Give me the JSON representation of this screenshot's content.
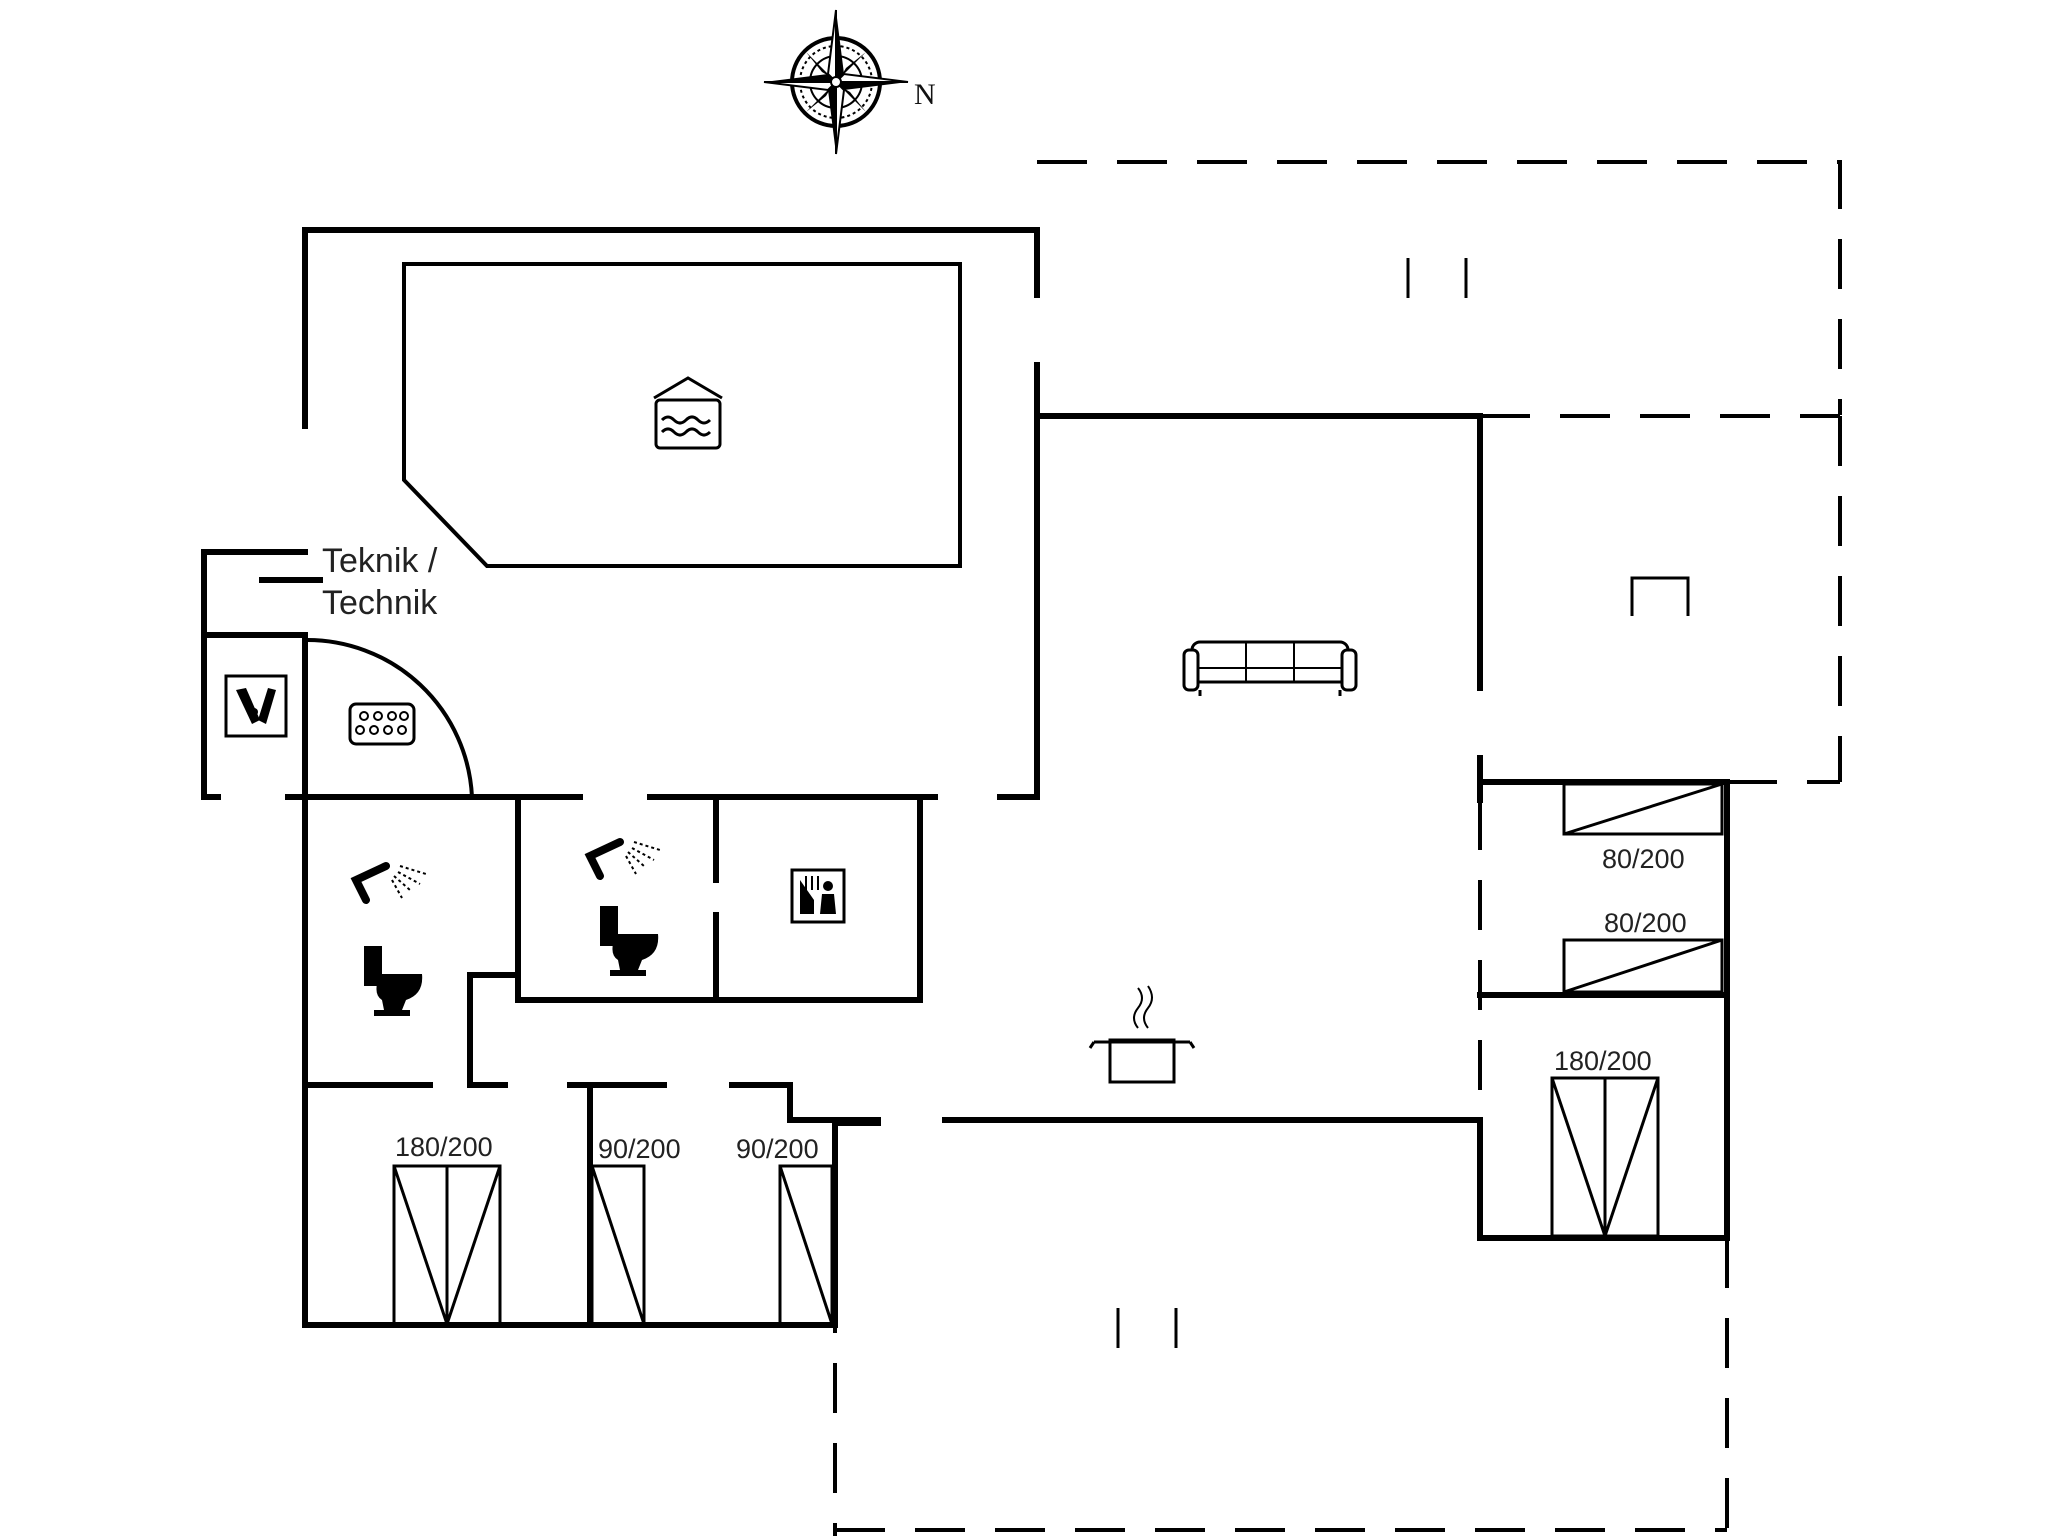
{
  "compass": {
    "north_label": "N"
  },
  "rooms": {
    "technical_room_label_line1": "Teknik /",
    "technical_room_label_line2": "Technik"
  },
  "beds": {
    "bed_ne_upper": "80/200",
    "bed_ne_lower": "80/200",
    "bed_ne_double": "180/200",
    "bed_sw_double": "180/200",
    "bed_sw_single_1": "90/200",
    "bed_sw_single_2": "90/200"
  },
  "icons": [
    "compass-rose-icon",
    "pool-icon",
    "sofa-icon",
    "cooking-pot-icon",
    "shower-icon",
    "toilet-icon",
    "washing-machine-icon",
    "sauna-icon",
    "spa-icon",
    "chair-icon"
  ],
  "colors": {
    "wall": "#000000",
    "background": "#ffffff"
  }
}
